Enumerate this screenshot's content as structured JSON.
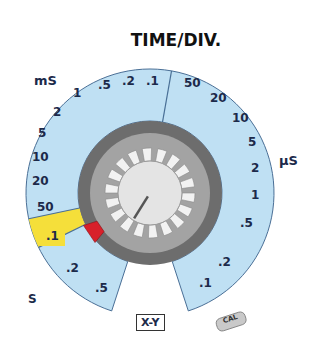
{
  "diagram": {
    "title": "TIME/DIV.",
    "nodes": [
      {
        "text": [
          ".1"
        ]
      },
      {
        "text": [
          "X-Y"
        ]
      }
    ],
    "labels": [
      "mS",
      "1",
      ".5",
      ".2",
      ".1",
      "50",
      "2",
      "20",
      "5",
      "10",
      "µS",
      "10",
      "5",
      "20",
      "2",
      "50",
      "1",
      ".5",
      ".2",
      ".2",
      "S",
      ".5",
      ".1",
      "CAL"
    ]
  }
}
